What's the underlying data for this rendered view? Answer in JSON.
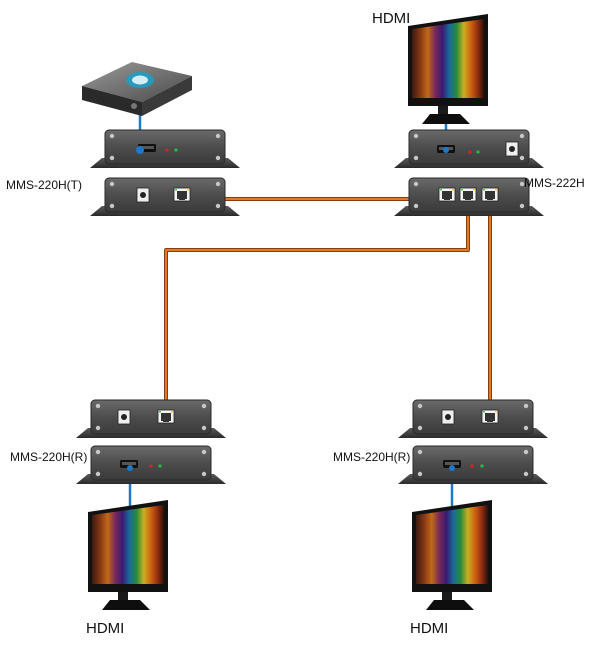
{
  "labels": {
    "hdmi_top": "HDMI",
    "hdmi_bottom_left": "HDMI",
    "hdmi_bottom_right": "HDMI",
    "transmitter": "MMS-220H(T)",
    "splitter": "MMS-222H",
    "receiver_left": "MMS-220H(R)",
    "receiver_right": "MMS-220H(R)"
  },
  "colors": {
    "background": "#ffffff",
    "device_body": "#4a4a4a",
    "device_dark": "#2e2e2e",
    "cat_cable": "#d2691e",
    "hdmi_cable": "#1f78c8",
    "led_red": "#e02020",
    "led_green": "#20c040"
  },
  "icons": {
    "source": "media-player-icon",
    "display": "tv-monitor-icon",
    "rj45": "rj45-port-icon",
    "hdmi_port": "hdmi-port-icon",
    "power": "power-jack-icon"
  }
}
